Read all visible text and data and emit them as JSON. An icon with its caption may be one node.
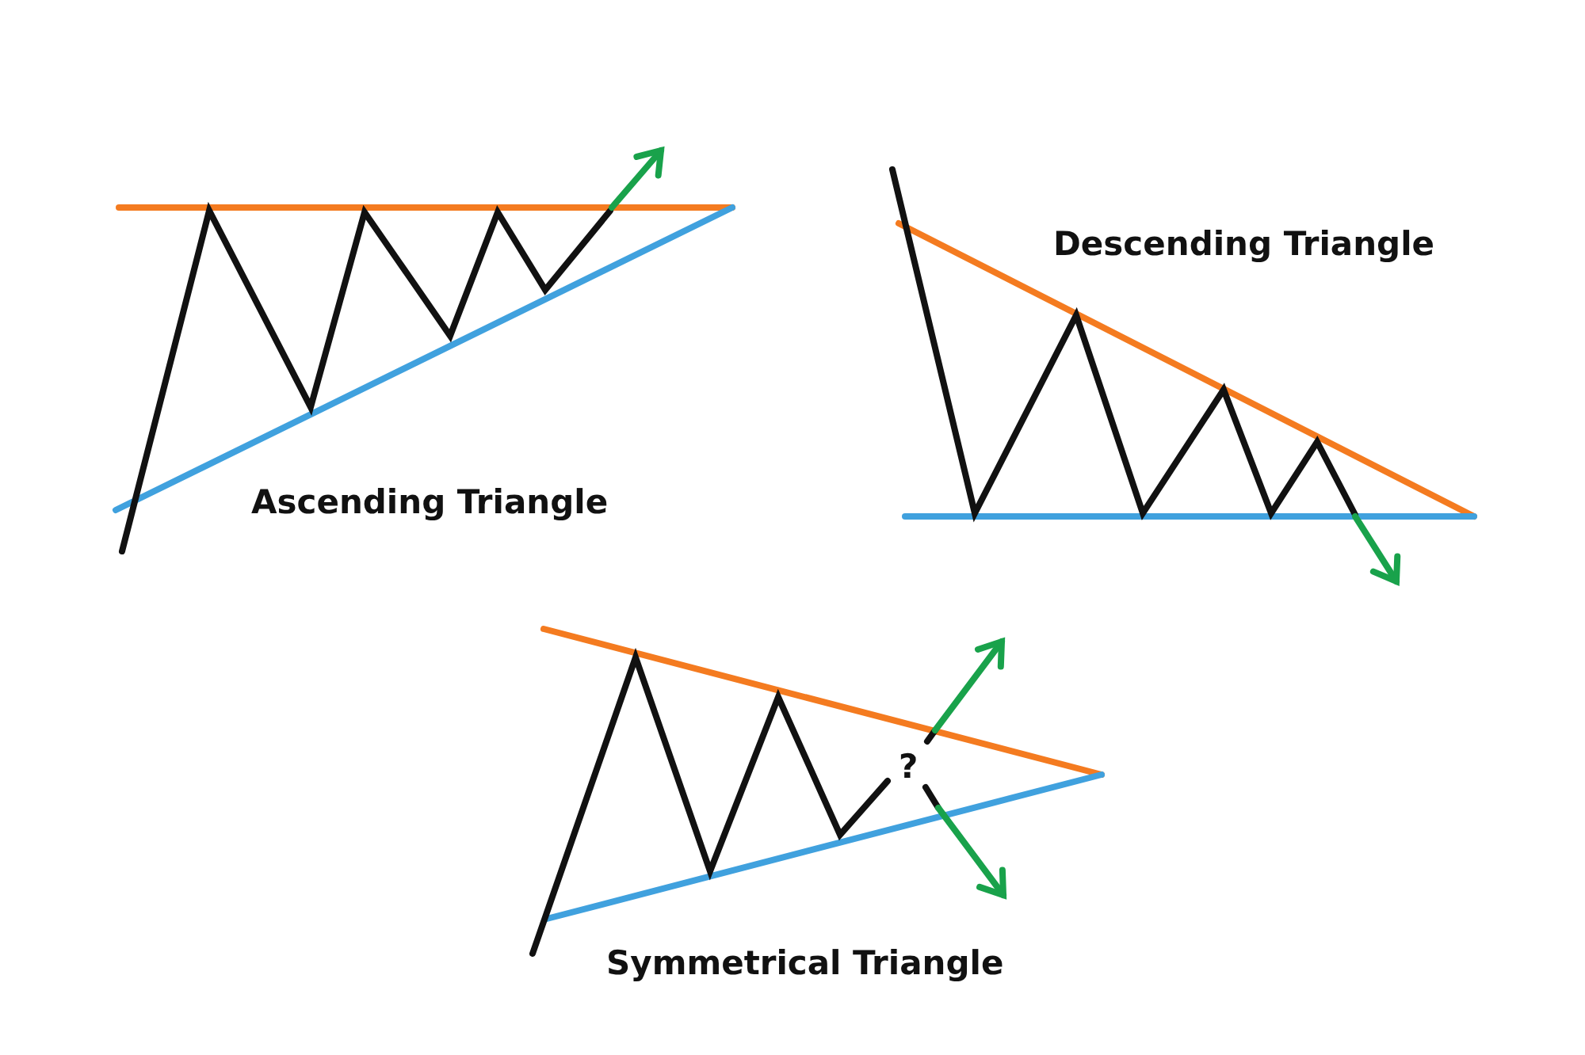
{
  "diagram": {
    "labels": [
      "Ascending Triangle",
      "Descending Triangle",
      "?",
      "Symmetrical Triangle"
    ]
  }
}
